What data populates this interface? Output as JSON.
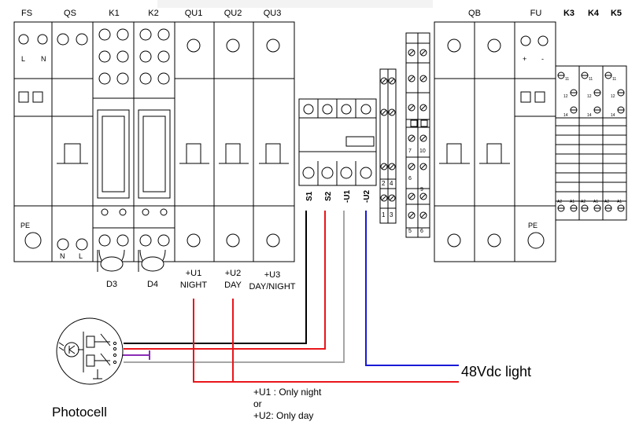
{
  "header_labels": {
    "fs": "FS",
    "qs": "QS",
    "k1": "K1",
    "k2": "K2",
    "qu1": "QU1",
    "qu2": "QU2",
    "qu3": "QU3",
    "qb": "QB",
    "fu": "FU",
    "k3": "K3",
    "k4": "K4",
    "k5": "K5"
  },
  "terminal_labels": {
    "l": "L",
    "n": "N",
    "pe": "PE",
    "n2": "N",
    "l2": "L",
    "fu_plus": "+",
    "fu_minus": "-",
    "fu_pe": "PE"
  },
  "module_labels": {
    "d3": "D3",
    "d4": "D4"
  },
  "output_labels": {
    "u1_top": "+U1",
    "u1_bottom": "NIGHT",
    "u2_top": "+U2",
    "u2_bottom": "DAY",
    "u3_top": "+U3",
    "u3_bottom": "DAY/NIGHT"
  },
  "input_labels": {
    "s1": "S1",
    "s2": "S2",
    "u1": "-U1",
    "u2": "-U2"
  },
  "terminal_numbers": {
    "a": "2",
    "b": "4",
    "c": "1",
    "d": "3",
    "e": "7",
    "f": "10",
    "g": "6",
    "h": "9",
    "i": "5",
    "j": "6"
  },
  "relay_contacts": {
    "c11": "11",
    "c12": "12",
    "c14": "14",
    "a2": "A2",
    "a1": "A1"
  },
  "annotations": {
    "light": "48Vdc light",
    "photocell": "Photocell",
    "note_line1": "+U1 : Only night",
    "note_line2": "or",
    "note_line3": "+U2: Only day"
  },
  "colors": {
    "black_wire": "#000000",
    "red_wire": "#e8161b",
    "gray_wire": "#a6a6a6",
    "blue_wire": "#1a1ad6",
    "purple_wire": "#8a2bb8"
  }
}
